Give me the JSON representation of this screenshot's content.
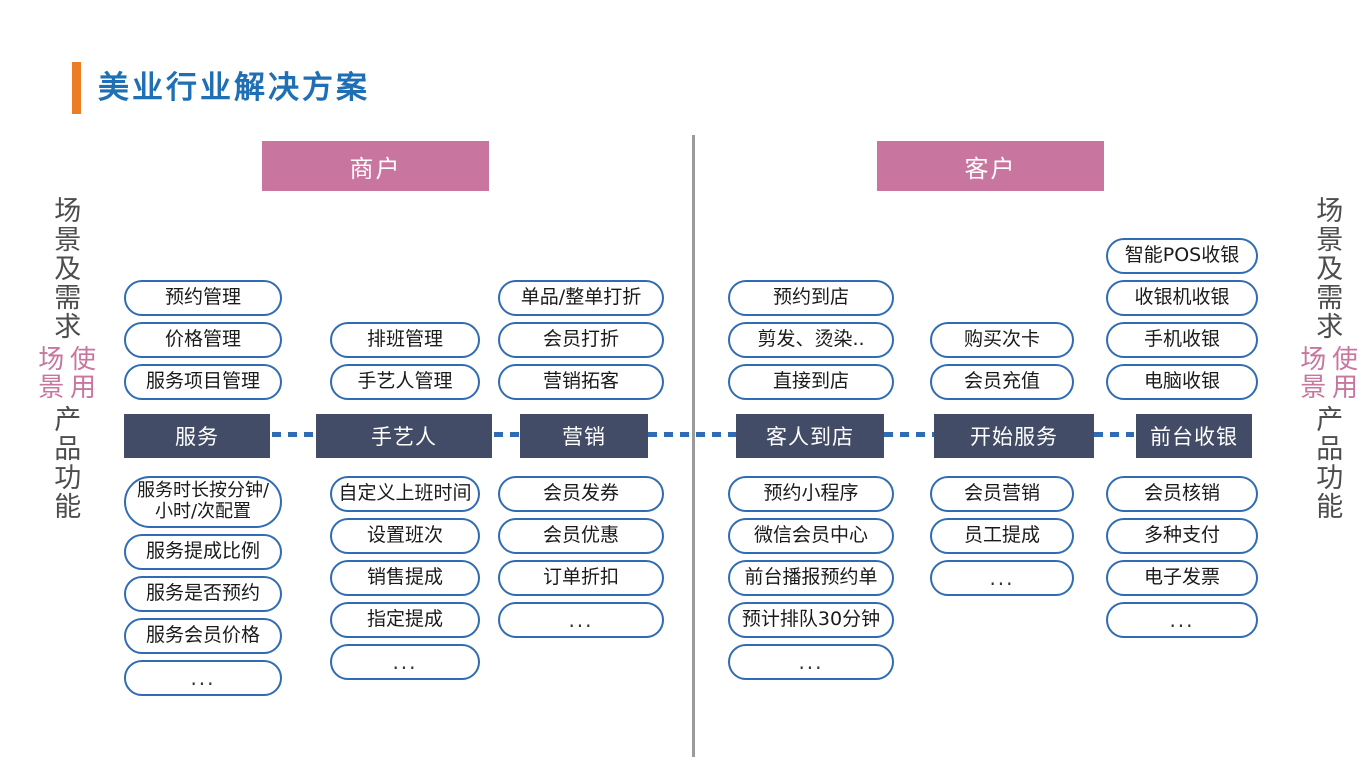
{
  "title": "美业行业解决方案",
  "colors": {
    "title_blue": "#1F6FB5",
    "title_accent_orange": "#ED7D22",
    "group_tab_pink": "#C8769F",
    "stage_bar_gray": "#434C66",
    "pill_border_blue": "#2F6CB3",
    "side_label_gray": "#4d4d4d",
    "divider_gray": "#9a9a9a"
  },
  "groups": [
    {
      "id": "merchant",
      "label": "商户"
    },
    {
      "id": "customer",
      "label": "客户"
    }
  ],
  "side_labels": {
    "scene_demand": "场景及需求",
    "use_scene_line1": "使用",
    "use_scene_line2": "场景",
    "product_function": "产品功能"
  },
  "columns": [
    {
      "id": "service",
      "stage": "服务",
      "scenes": [
        "预约管理",
        "价格管理",
        "服务项目管理"
      ],
      "features": [
        "服务时长按分钟/小时/次配置",
        "服务提成比例",
        "服务是否预约",
        "服务会员价格",
        "..."
      ]
    },
    {
      "id": "craftsman",
      "stage": "手艺人",
      "scenes": [
        "排班管理",
        "手艺人管理"
      ],
      "features": [
        "自定义上班时间",
        "设置班次",
        "销售提成",
        "指定提成",
        "..."
      ]
    },
    {
      "id": "marketing",
      "stage": "营销",
      "scenes": [
        "单品/整单打折",
        "会员打折",
        "营销拓客"
      ],
      "features": [
        "会员发券",
        "会员优惠",
        "订单折扣",
        "..."
      ]
    },
    {
      "id": "guest-arrival",
      "stage": "客人到店",
      "scenes": [
        "预约到店",
        "剪发、烫染..",
        "直接到店"
      ],
      "features": [
        "预约小程序",
        "微信会员中心",
        "前台播报预约单",
        "预计排队30分钟",
        "..."
      ]
    },
    {
      "id": "start-service",
      "stage": "开始服务",
      "scenes": [
        "购买次卡",
        "会员充值"
      ],
      "features": [
        "会员营销",
        "员工提成",
        "..."
      ]
    },
    {
      "id": "front-desk-cashier",
      "stage": "前台收银",
      "scenes": [
        "智能POS收银",
        "收银机收银",
        "手机收银",
        "电脑收银"
      ],
      "features": [
        "会员核销",
        "多种支付",
        "电子发票",
        "..."
      ]
    }
  ]
}
